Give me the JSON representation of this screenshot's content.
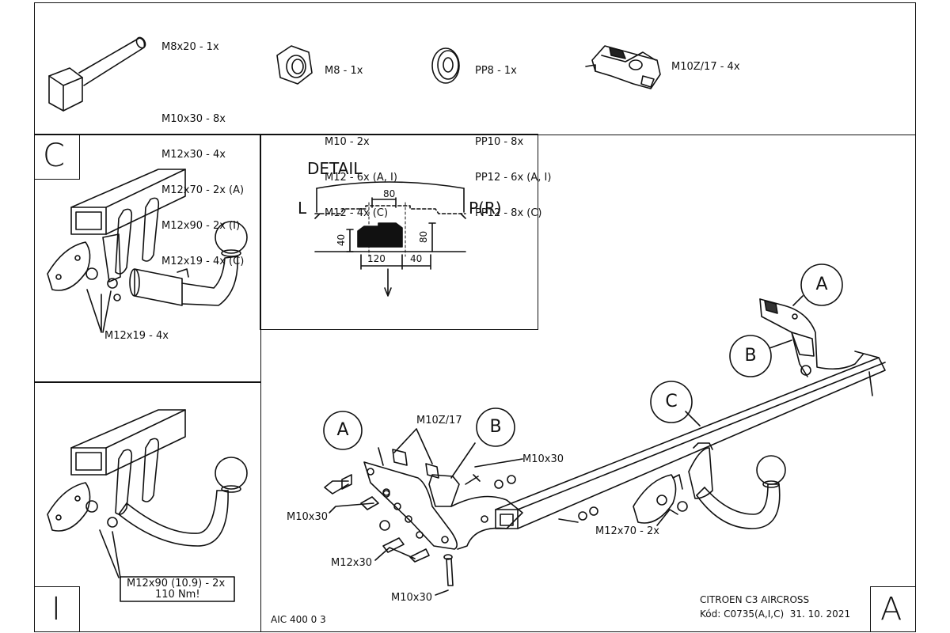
{
  "hardware": {
    "bolts": {
      "items": [
        "M8x20 - 1x",
        "",
        "M10x30 - 8x",
        "M12x30 - 4x",
        "M12x70 - 2x (A)",
        "M12x90 - 2x (I)",
        "M12x19 - 4x (C)"
      ]
    },
    "nuts": {
      "items": [
        "M8 - 1x",
        "",
        "M10 - 2x",
        "M12 - 6x (A, I)",
        "M12 - 4x (C)"
      ]
    },
    "washers": {
      "items": [
        "PP8 - 1x",
        "",
        "PP10 - 8x",
        "PP12 - 6x (A, I)",
        "PP12 - 8x (C)"
      ]
    },
    "clip": {
      "label": "M10Z/17 - 4x"
    }
  },
  "panels": {
    "c": {
      "letter": "C",
      "callout": "M12x19 - 4x"
    },
    "i": {
      "letter": "I",
      "callout_line1": "M12x90 (10.9) - 2x",
      "callout_line2": "110 Nm!"
    },
    "a": {
      "letter": "A"
    }
  },
  "detail": {
    "title": "DETAIL",
    "left": "L",
    "right": "P(R)",
    "dim_80_top": "80",
    "dim_40_left": "40",
    "dim_80_right": "80",
    "dim_120": "120",
    "dim_40_bottom": "40"
  },
  "main": {
    "circle_a_left": "A",
    "circle_b_left": "B",
    "circle_a_right": "A",
    "circle_b_right": "B",
    "circle_c": "C",
    "clip_callout": "M10Z/17",
    "m10x30_top": "M10x30",
    "m10x30_left": "M10x30",
    "m12x30": "M12x30",
    "m10x30_bottom": "M10x30",
    "m12x70": "M12x70 - 2x"
  },
  "footer": {
    "code": "AIC 400 0 3",
    "product": "CITROEN C3 AIRCROSS",
    "kod": "Kód: C0735(A,I,C)  31. 10. 2021"
  }
}
